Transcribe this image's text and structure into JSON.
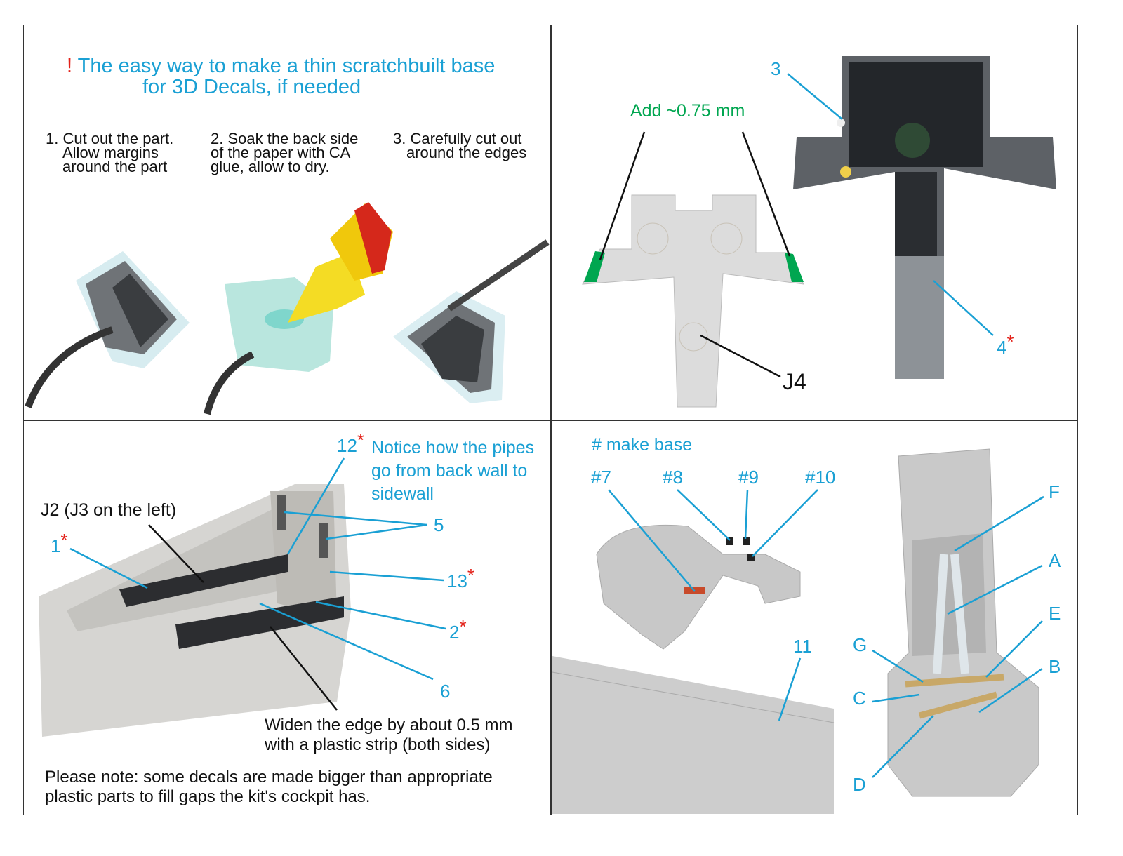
{
  "colors": {
    "accent": "#1aa0d4",
    "warning": "#e32119",
    "add_marker": "#00a650"
  },
  "panel1": {
    "exclamation": "!",
    "title_line1": "The easy way to make a thin scratchbuilt base",
    "title_line2": "for 3D Decals, if needed",
    "steps": [
      {
        "line1": "1. Cut out the part.",
        "line2": "Allow margins",
        "line3": "around the part"
      },
      {
        "line1": "2. Soak the back side",
        "line2": "of the paper with CA",
        "line3": "glue, allow to dry."
      },
      {
        "line1": "3. Carefully cut out",
        "line2": "around the edges"
      }
    ]
  },
  "panel2": {
    "add_label": "Add ~0.75 mm",
    "part_label": "J4",
    "callout_3": "3",
    "callout_4": "4",
    "asterisk": "*"
  },
  "panel3": {
    "callout_12": "12",
    "notice_line1": "Notice how the pipes",
    "notice_line2": "go from back wall to",
    "notice_line3": "sidewall",
    "j2_label": "J2 (J3 on the left)",
    "callout_1": "1",
    "callout_5": "5",
    "callout_13": "13",
    "callout_2": "2",
    "callout_6": "6",
    "widen_line1": "Widen the edge by about 0.5 mm",
    "widen_line2": "with a plastic strip (both sides)",
    "note_line1": "Please note: some decals are made bigger than appropriate",
    "note_line2": "plastic parts to fill gaps the kit's cockpit has.",
    "asterisk": "*"
  },
  "panel4": {
    "make_base": "# make base",
    "callouts": [
      "#7",
      "#8",
      "#9",
      "#10",
      "11"
    ],
    "seat_callouts": [
      "F",
      "A",
      "E",
      "G",
      "B",
      "C",
      "D"
    ]
  }
}
